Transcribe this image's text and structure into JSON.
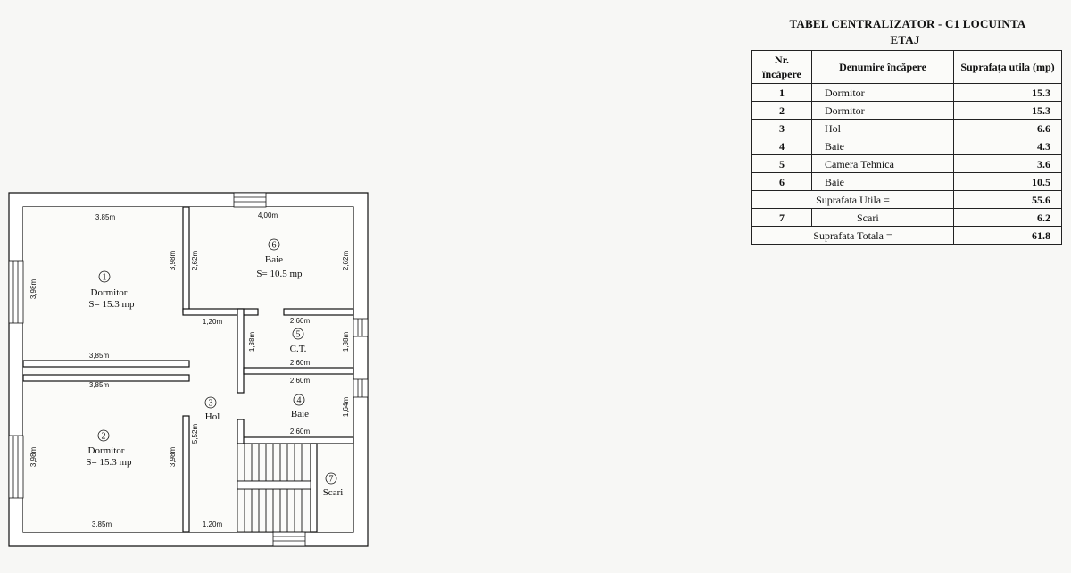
{
  "table": {
    "title_line1": "TABEL CENTRALIZATOR - C1 LOCUINTA",
    "title_line2": "ETAJ",
    "headers": {
      "nr": "Nr. încăpere",
      "name": "Denumire încăpere",
      "area": "Suprafaţa utila (mp)"
    },
    "rows": [
      {
        "nr": "1",
        "name": "Dormitor",
        "area": "15.3"
      },
      {
        "nr": "2",
        "name": "Dormitor",
        "area": "15.3"
      },
      {
        "nr": "3",
        "name": "Hol",
        "area": "6.6"
      },
      {
        "nr": "4",
        "name": "Baie",
        "area": "4.3"
      },
      {
        "nr": "5",
        "name": "Camera Tehnica",
        "area": "3.6"
      },
      {
        "nr": "6",
        "name": "Baie",
        "area": "10.5"
      }
    ],
    "util_label": "Suprafata Utila  =",
    "util_value": "55.6",
    "stairs": {
      "nr": "7",
      "name": "Scari",
      "area": "6.2"
    },
    "total_label": "Suprafata Totala =",
    "total_value": "61.8"
  },
  "plan": {
    "rooms": {
      "r1": {
        "num": "1",
        "name": "Dormitor",
        "area": "S= 15.3 mp"
      },
      "r2": {
        "num": "2",
        "name": "Dormitor",
        "area": "S= 15.3 mp"
      },
      "r3": {
        "num": "3",
        "name": "Hol"
      },
      "r4": {
        "num": "4",
        "name": "Baie"
      },
      "r5": {
        "num": "5",
        "name": "C.T."
      },
      "r6": {
        "num": "6",
        "name": "Baie",
        "area": "S= 10.5 mp"
      },
      "r7": {
        "num": "7",
        "name": "Scari"
      }
    },
    "dims": {
      "d_385_top1": "3,85m",
      "d_400_top": "4,00m",
      "d_398_left1": "3,98m",
      "d_398_mid1": "3,98m",
      "d_262_mid": "2,62m",
      "d_262_right": "2,62m",
      "d_120_a": "1,20m",
      "d_260_a": "2,60m",
      "d_138_a": "1,38m",
      "d_138_b": "1,38m",
      "d_260_b": "2,60m",
      "d_385_mid1": "3,85m",
      "d_385_mid2": "3,85m",
      "d_260_c": "2,60m",
      "d_164": "1,64m",
      "d_260_d": "2,60m",
      "d_398_left2": "3,98m",
      "d_398_mid2": "3,98m",
      "d_552": "5,52m",
      "d_385_bot": "3,85m",
      "d_120_b": "1,20m"
    }
  }
}
